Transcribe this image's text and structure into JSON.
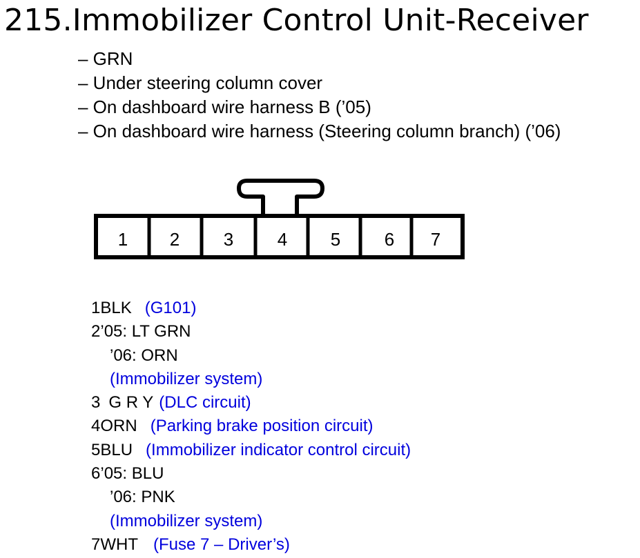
{
  "title": "215.Immobilizer Control Unit-Receiver",
  "info": [
    "– GRN",
    "– Under steering column cover",
    "– On dashboard wire harness B (’05)",
    "– On dashboard wire harness (Steering column branch) (’06)"
  ],
  "connector": {
    "pins": [
      "1",
      "2",
      "3",
      "4",
      "5",
      "6",
      "7"
    ]
  },
  "pins": {
    "p1": {
      "num": "1",
      "color": "BLK",
      "circuit": "(G101)"
    },
    "p2": {
      "num": "2",
      "color_05": "’05: LT GRN",
      "color_06": "’06: ORN",
      "circuit": "(Immobilizer system)"
    },
    "p3": {
      "num": "3",
      "color": "G R Y",
      "circuit": "(DLC circuit)"
    },
    "p4": {
      "num": "4",
      "color": "ORN",
      "circuit": "(Parking brake position circuit)"
    },
    "p5": {
      "num": "5",
      "color": "BLU",
      "circuit": "(Immobilizer indicator control circuit)"
    },
    "p6": {
      "num": "6",
      "color_05": "’05: BLU",
      "color_06": "’06: PNK",
      "circuit": "(Immobilizer system)"
    },
    "p7": {
      "num": "7",
      "color": "WHT",
      "circuit": "(Fuse 7 – Driver’s)"
    }
  }
}
